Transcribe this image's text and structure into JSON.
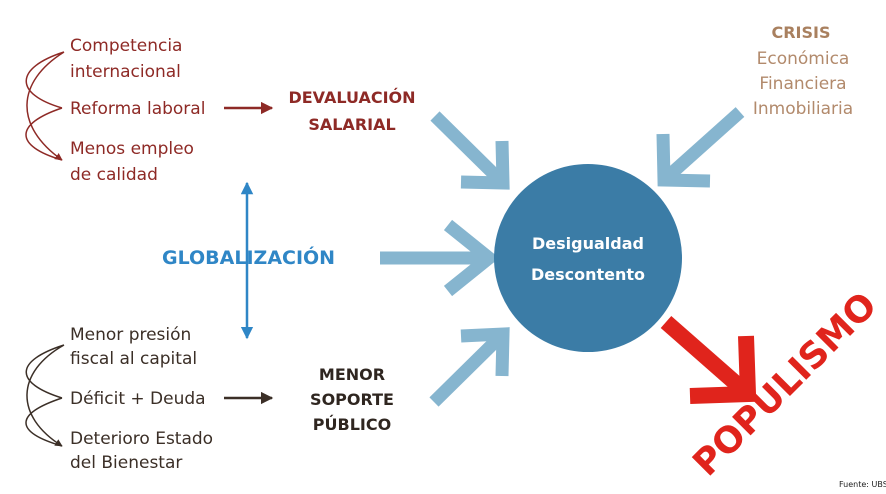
{
  "top_group": {
    "items": [
      "Competencia",
      "internacional",
      "Reforma laboral",
      "Menos empleo",
      "de calidad"
    ]
  },
  "devaluacion": {
    "line1": "DEVALUACIÓN",
    "line2": "SALARIAL"
  },
  "crisis": {
    "title": "CRISIS",
    "items": [
      "Económica",
      "Financiera",
      "Inmobiliaria"
    ]
  },
  "globalizacion": {
    "label": "GLOBALIZACIÓN"
  },
  "center": {
    "line1": "Desigualdad",
    "line2": "Descontento"
  },
  "bottom_group": {
    "items": [
      "Menor presión",
      "fiscal al capital",
      "Déficit + Deuda",
      "Deterioro Estado",
      "del Bienestar"
    ]
  },
  "menor_soporte": {
    "line1": "MENOR",
    "line2": "SOPORTE",
    "line3": "PÚBLICO"
  },
  "populismo": {
    "label": "POPULISMO"
  },
  "source": {
    "label": "Fuente: UBS"
  },
  "colors": {
    "red_text": "#8e2a26",
    "dark_text": "#2f2620",
    "tan_text": "#a9805f",
    "blue_label": "#2f86c6",
    "circle": "#3b7ca6",
    "light_arrow": "#86b5cf",
    "populismo": "#e0241c"
  }
}
